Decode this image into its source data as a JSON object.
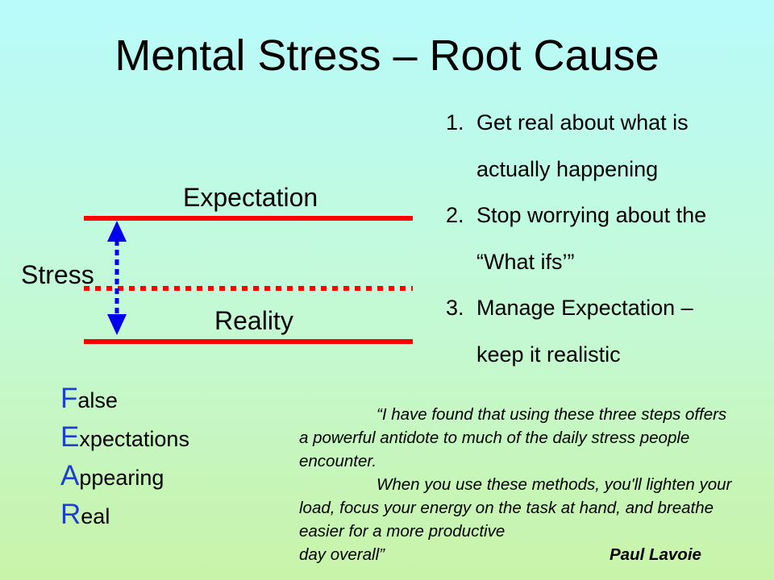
{
  "slide": {
    "title": "Mental Stress – Root Cause"
  },
  "diagram": {
    "top_label": "Expectation",
    "side_label": "Stress",
    "bottom_label": "Reality",
    "colors": {
      "line": "#ff0000",
      "arrow": "#0000ee"
    }
  },
  "steps": [
    {
      "number": "1.",
      "line1": "Get real about what is",
      "line2": "actually happening"
    },
    {
      "number": "2.",
      "line1": "Stop worrying about the",
      "line2": "“What ifs’”"
    },
    {
      "number": "3.",
      "line1": "Manage Expectation –",
      "line2": "keep it realistic"
    }
  ],
  "acronym": [
    {
      "initial": "F",
      "rest": "alse"
    },
    {
      "initial": "E",
      "rest": "xpectations"
    },
    {
      "initial": "A",
      "rest": "ppearing"
    },
    {
      "initial": "R",
      "rest": "eal"
    }
  ],
  "acronym_color": "#1f3fd0",
  "quote": {
    "paragraph1": "“I have found that using these three steps offers a powerful antidote to much of the daily stress people encounter.",
    "paragraph2_start": "When you use these methods, you'll lighten your load, focus your energy on the task at hand, and breathe easier for a more productive",
    "paragraph2_end": "day overall”",
    "author": "Paul Lavoie"
  }
}
